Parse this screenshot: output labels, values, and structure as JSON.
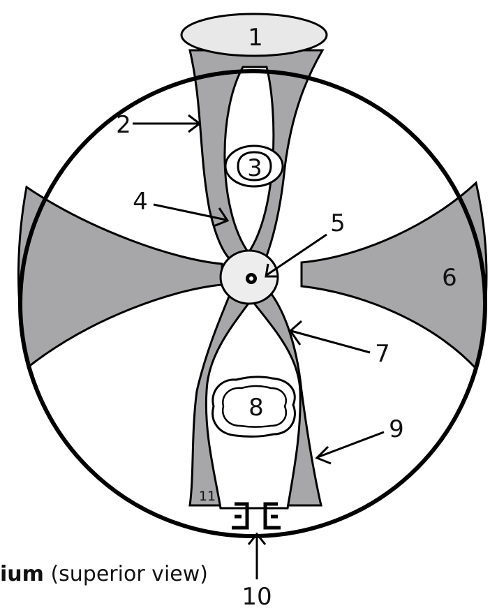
{
  "labels": {
    "l1": "1",
    "l2": "2",
    "l3": "3",
    "l4": "4",
    "l5": "5",
    "l6": "6",
    "l7": "7",
    "l8": "8",
    "l9": "9",
    "l10": "10",
    "l11": "11"
  },
  "caption": {
    "bold": "ium",
    "rest": " (superior view)"
  },
  "colors": {
    "fill_gray": "#a7a7aa",
    "outline": "#000000",
    "background": "#ffffff"
  },
  "icons": {
    "pointer_arrows": "arrow",
    "foramen": "ring-dot-icon"
  }
}
